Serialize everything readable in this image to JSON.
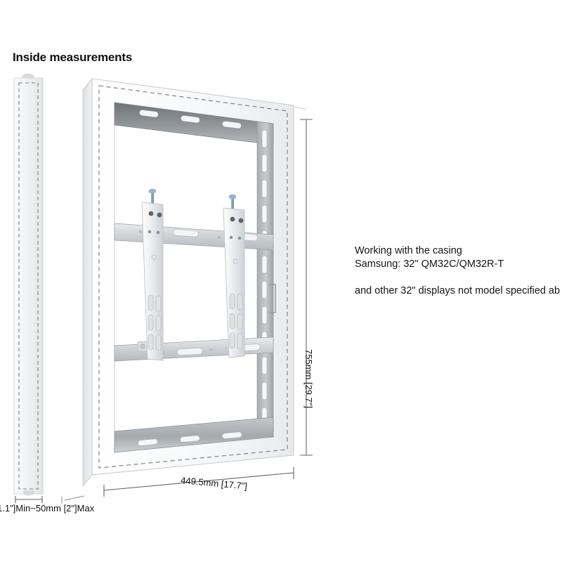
{
  "page": {
    "title": "Inside measurements",
    "background_color": "#ffffff"
  },
  "note": {
    "line1": "Working with the casing",
    "line2": "Samsung: 32\" QM32C/QM32R-T",
    "line3": "and other 32\" displays not model specified ab"
  },
  "dimensions": {
    "height": "755mm [29.7\"]",
    "width": "449.5mm [17.7\"]",
    "depth": "1.1\"]Min~50mm [2\"]Max"
  },
  "diagram": {
    "side_view_name": "side-view-profile",
    "casing_name": "casing-frame-3d",
    "bracket_name": "tilt-mount-bracket",
    "colors": {
      "casing_face": "#f7f8f9",
      "casing_edge": "#c9ccd1",
      "casing_side": "#e4e6e9",
      "interior_rail": "#8d9195",
      "bracket_light": "#f2f3f4",
      "bracket_shadow": "#c2c6ca",
      "bolt_blue": "#8aa9c9",
      "dimension_line": "#6e7276",
      "dashed_outline": "#7a7e82"
    }
  }
}
